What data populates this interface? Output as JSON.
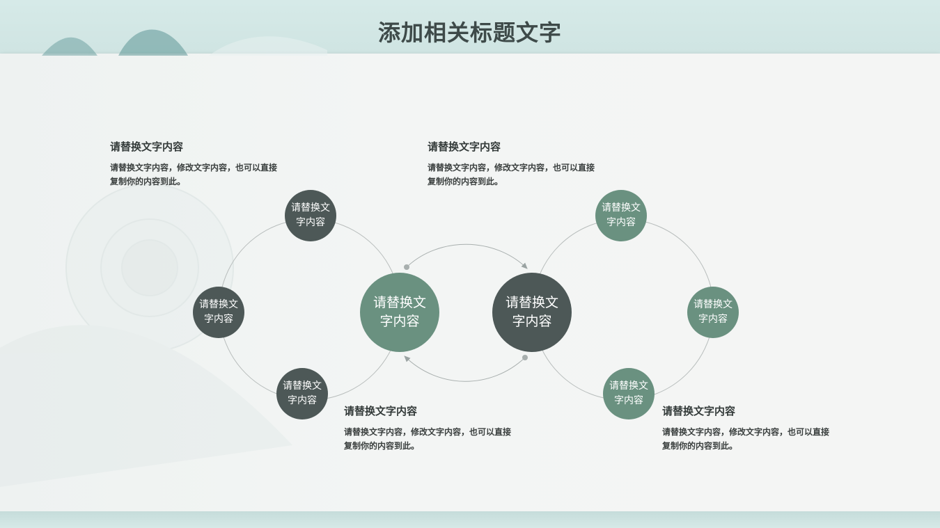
{
  "title": "添加相关标题文字",
  "diagram": {
    "left_cycle": {
      "center": "请替换文字内容",
      "satellites": [
        "请替换文字内容",
        "请替换文字内容",
        "请替换文字内容"
      ]
    },
    "right_cycle": {
      "center": "请替换文字内容",
      "satellites": [
        "请替换文字内容",
        "请替换文字内容",
        "请替换文字内容"
      ]
    }
  },
  "text_blocks": [
    {
      "title": "请替换文字内容",
      "body": "请替换文字内容，修改文字内容，也可以直接复制你的内容到此。"
    },
    {
      "title": "请替换文字内容",
      "body": "请替换文字内容，修改文字内容，也可以直接复制你的内容到此。"
    },
    {
      "title": "请替换文字内容",
      "body": "请替换文字内容，修改文字内容，也可以直接复制你的内容到此。"
    },
    {
      "title": "请替换文字内容",
      "body": "请替换文字内容，修改文字内容，也可以直接复制你的内容到此。"
    }
  ],
  "colors": {
    "dark_node": "#4d5857",
    "green_node": "#6a9180",
    "title": "#3e4a49",
    "background": "#d4e6e4"
  }
}
